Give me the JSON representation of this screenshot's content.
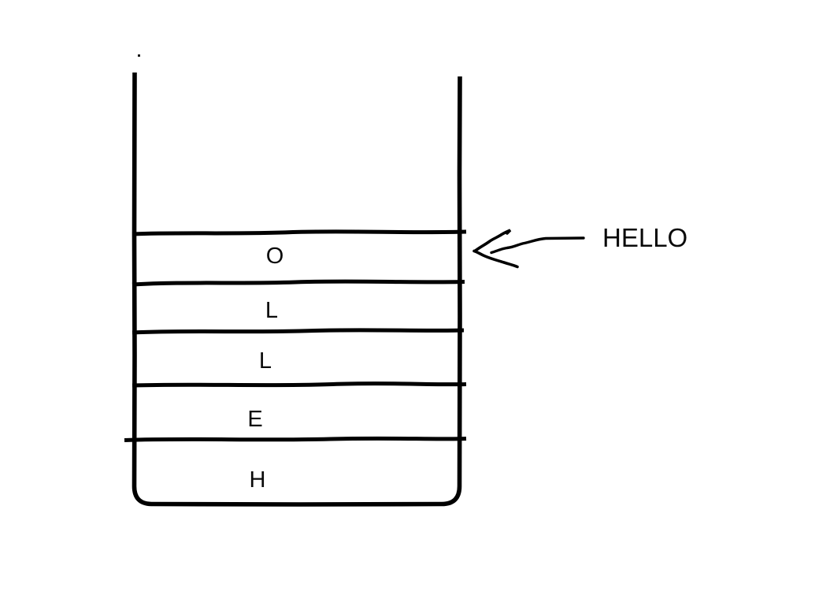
{
  "diagram": {
    "type": "stack"
  },
  "stack": {
    "items_top_to_bottom": [
      "O",
      "L",
      "L",
      "E",
      "H"
    ],
    "rows": [
      {
        "label": "O"
      },
      {
        "label": "L"
      },
      {
        "label": "L"
      },
      {
        "label": "E"
      },
      {
        "label": "H"
      }
    ]
  },
  "annotation": {
    "label": "HELLO",
    "target": "top-of-stack"
  },
  "colors": {
    "ink": "#000000",
    "background": "#ffffff"
  }
}
